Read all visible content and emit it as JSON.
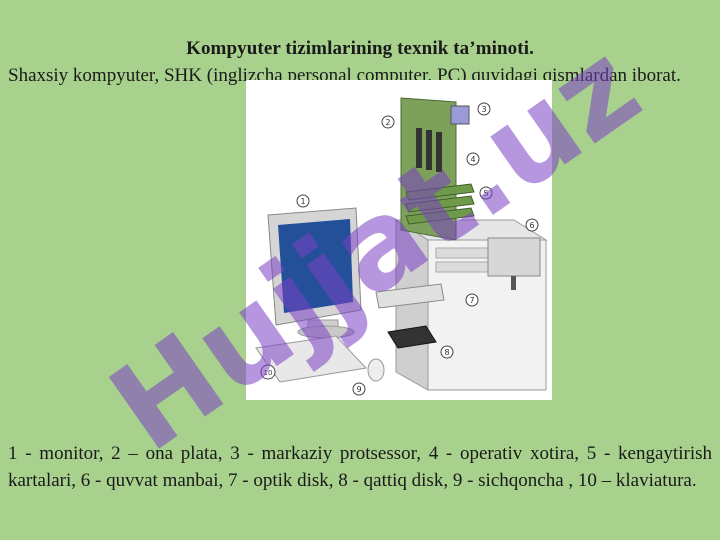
{
  "slide": {
    "title": "Kompyuter tizimlarining texnik ta’minoti.",
    "intro": "Shaxsiy kompyuter, SHK (inglizcha personal computer, PC) quyidagi qismlardan iborat.",
    "caption": "1 - monitor, 2 – ona plata, 3 - markaziy protsessor, 4 - operativ xotira, 5 - kengaytirish kartalari, 6 - quvvat manbai, 7 - optik disk, 8 - qattiq disk, 9 - sichqoncha , 10 – klaviatura."
  },
  "figure": {
    "callouts": [
      "1",
      "2",
      "3",
      "4",
      "5",
      "6",
      "7",
      "8",
      "9",
      "10"
    ]
  },
  "watermark": {
    "text": "Hujjat.uz",
    "color": "#7a3fc4"
  }
}
